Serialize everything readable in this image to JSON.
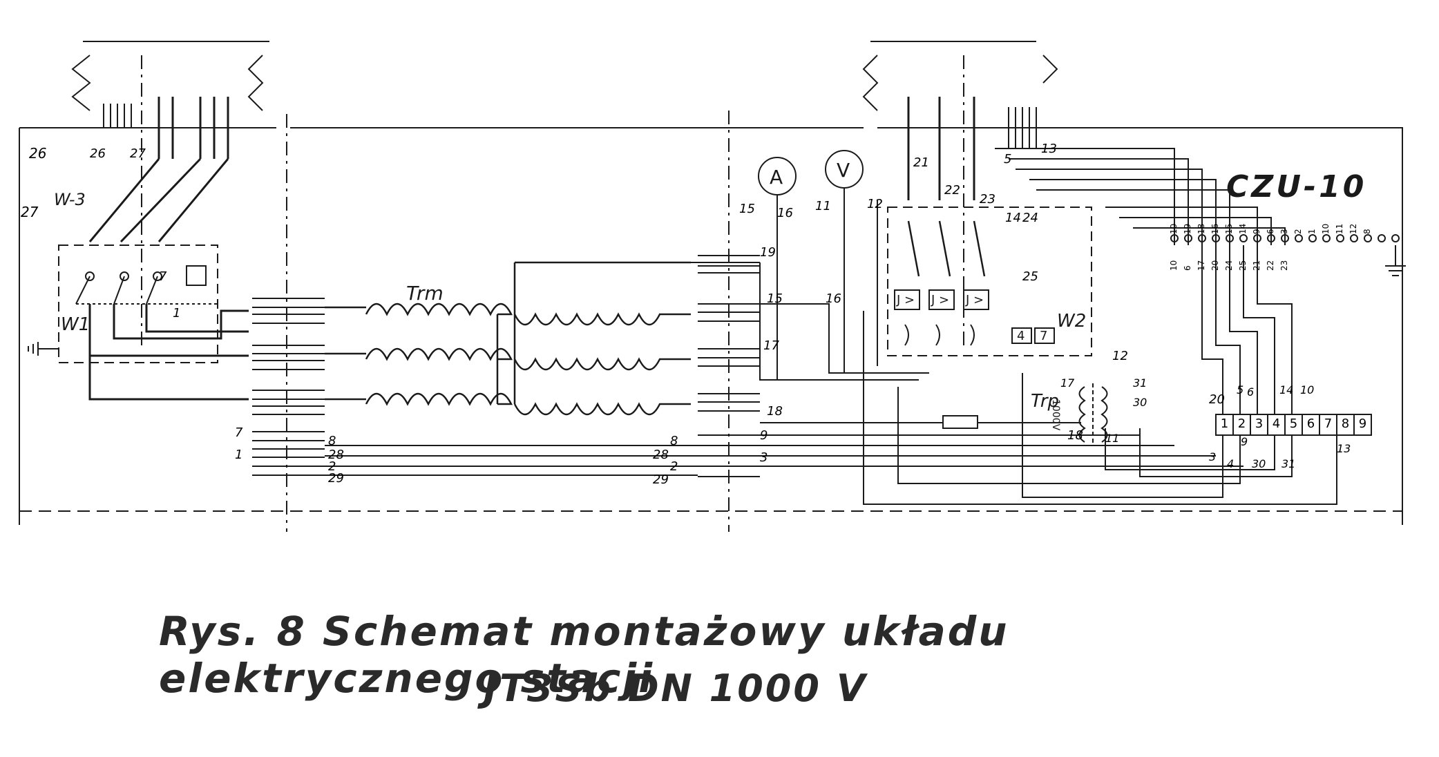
{
  "diagram": {
    "device_title": "CZU-10",
    "meter_ammeter": "A",
    "meter_voltmeter": "V",
    "label_trm": "Trm",
    "label_trp": "Trp",
    "label_w1": "W1",
    "label_w2": "W2",
    "label_w3": "W-3",
    "trp_rating": "1000V",
    "relay_label": "J >",
    "relay_box_4": "4",
    "relay_box_7": "7",
    "node_labels": {
      "n26a": "26",
      "n26b": "26",
      "n27a": "27",
      "n27b": "27",
      "n21": "21",
      "n22": "22",
      "n23": "23",
      "n5": "5",
      "n13": "13",
      "n15a": "15",
      "n16a": "16",
      "n11a": "11",
      "n12a": "12",
      "n14": "14",
      "n24": "24",
      "n25": "25",
      "n19": "19",
      "n15b": "15",
      "n16b": "16",
      "n17a": "17",
      "n18a": "18",
      "n7a": "7",
      "n1a": "1",
      "n7b": "7",
      "n1b": "1",
      "n8a": "8",
      "n28a": "28",
      "n2a": "2",
      "n29a": "29",
      "n8b": "8",
      "n28b": "28",
      "n2b": "2",
      "n29b": "29",
      "n9": "9",
      "n3": "3",
      "n17b": "17",
      "n18b": "18",
      "n11b": "11",
      "n12b": "12",
      "n31": "31",
      "n30": "30",
      "n20": "20",
      "n5b": "5",
      "n6": "6",
      "n14b": "14",
      "n10": "10",
      "n13b": "13",
      "n3b": "3",
      "n4": "4",
      "n9b": "9",
      "n30b": "30",
      "n31b": "31"
    },
    "terminal_strip_top": [
      "10",
      "19",
      "18",
      "16",
      "15",
      "14",
      "9",
      "6",
      "3",
      "2",
      "1",
      "10",
      "11",
      "12",
      "8"
    ],
    "terminal_strip_bottom": [
      "10",
      "6",
      "17",
      "20",
      "24",
      "25",
      "21",
      "22",
      "23"
    ],
    "terminal_block": [
      "1",
      "2",
      "3",
      "4",
      "5",
      "6",
      "7",
      "8",
      "9"
    ]
  },
  "caption": {
    "line1": "Rys. 8  Schemat montażowy układu elektrycznego stacji",
    "line2": "JT3Sb  DN  1000 V"
  }
}
